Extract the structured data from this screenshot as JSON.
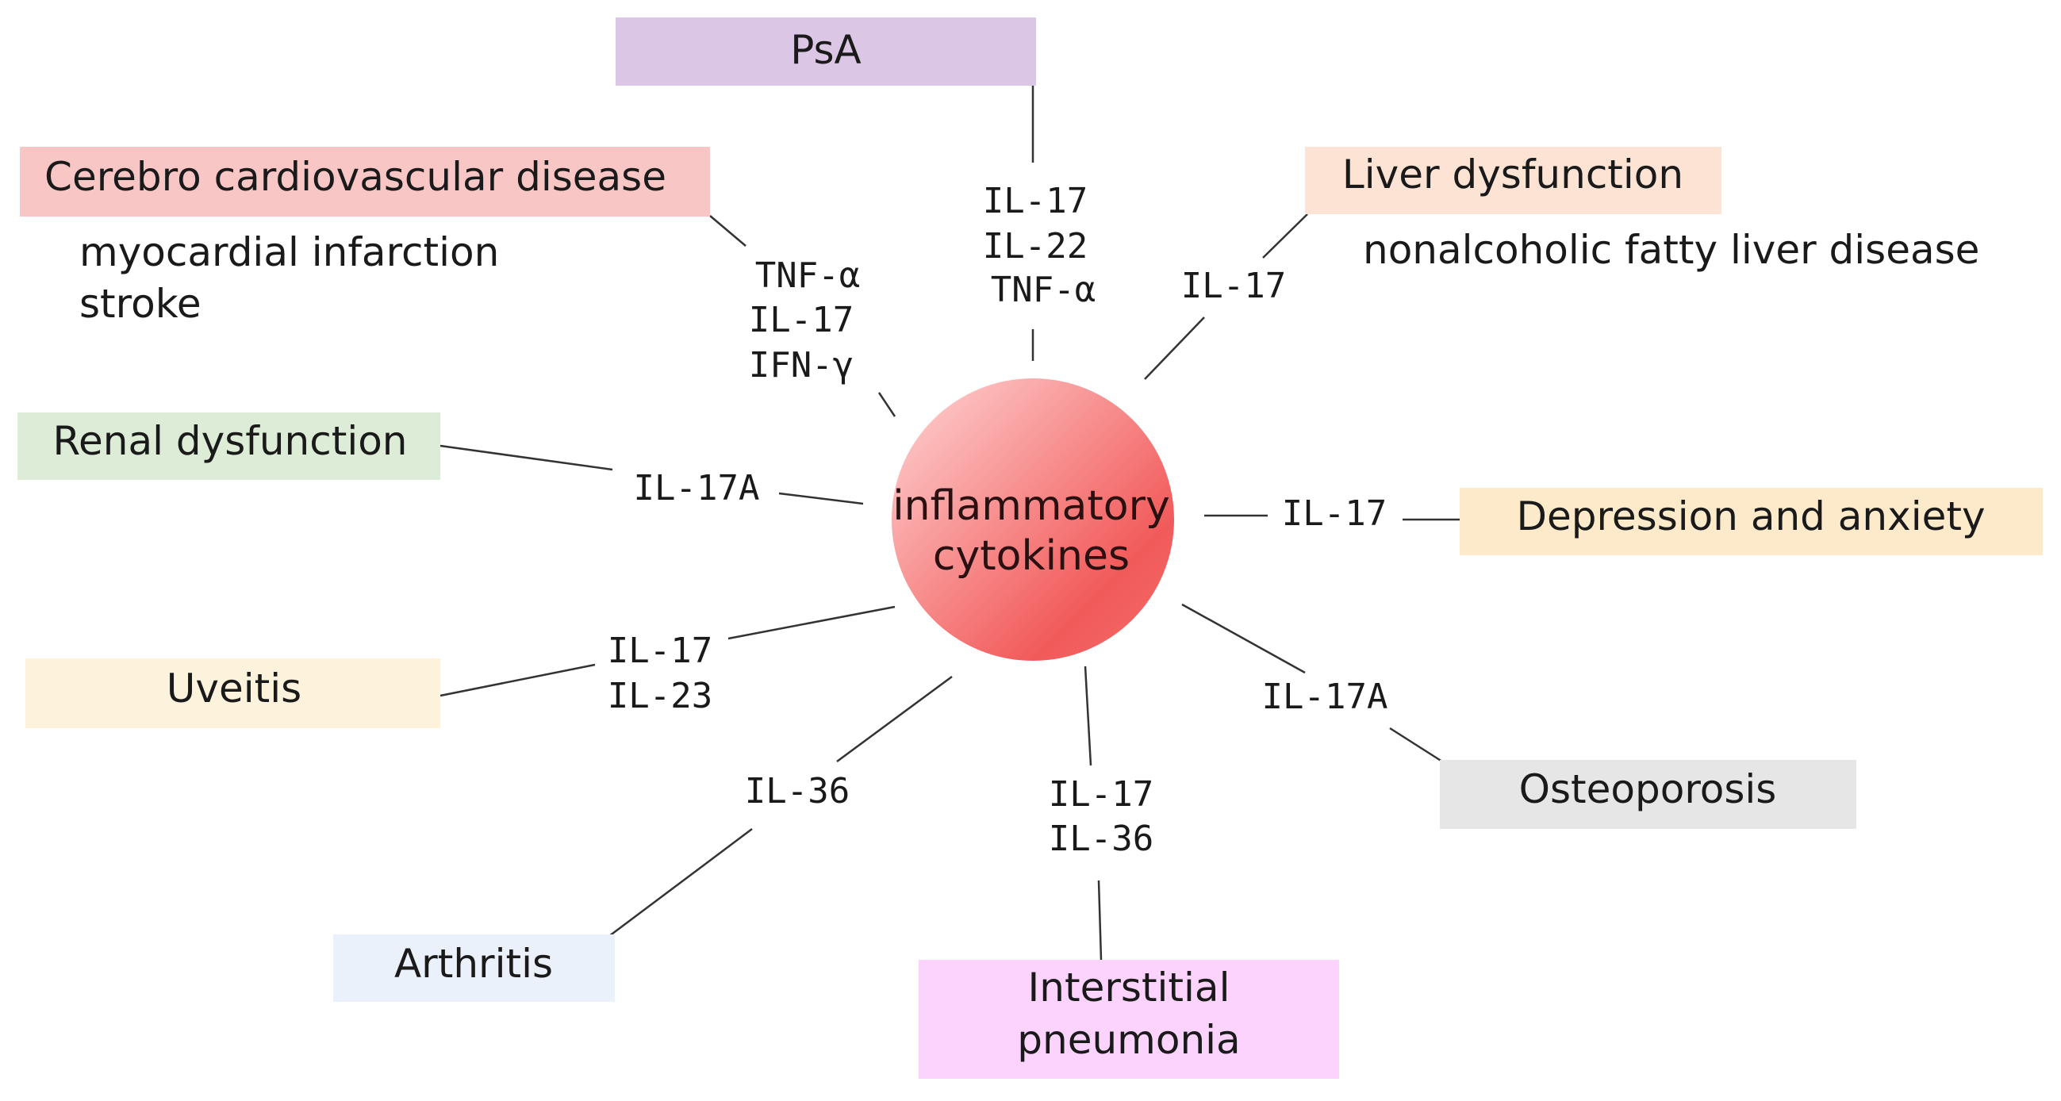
{
  "center": {
    "line1": "inflammatory",
    "line2": "cytokines",
    "color_light": "#ffd6d6",
    "color_dark": "#f25a5a"
  },
  "nodes": {
    "psa": {
      "label": "PsA",
      "color": "#dcc6e6",
      "cytokines": [
        "IL-17",
        "IL-22",
        "TNF-α"
      ]
    },
    "cerebro": {
      "label": "Cerebro cardiovascular disease",
      "color": "#f9c6c6",
      "details": [
        "myocardial infarction",
        "stroke"
      ],
      "cytokines": [
        "TNF-α",
        "IL-17",
        "IFN-γ"
      ]
    },
    "liver": {
      "label": "Liver dysfunction",
      "color": "#fde3d3",
      "details": [
        "nonalcoholic fatty liver disease"
      ],
      "cytokines": [
        "IL-17"
      ]
    },
    "renal": {
      "label": "Renal dysfunction",
      "color": "#dcecd6",
      "cytokines": [
        "IL-17A"
      ]
    },
    "depression": {
      "label": "Depression and anxiety",
      "color": "#fdeacb",
      "cytokines": [
        "IL-17"
      ]
    },
    "uveitis": {
      "label": "Uveitis",
      "color": "#fdf3dc",
      "cytokines": [
        "IL-17",
        "IL-23"
      ]
    },
    "osteoporosis": {
      "label": "Osteoporosis",
      "color": "#e6e6e6",
      "cytokines": [
        "IL-17A"
      ]
    },
    "arthritis": {
      "label": "Arthritis",
      "color": "#eaf1fa",
      "cytokines": [
        "IL-36"
      ]
    },
    "pneumonia": {
      "label_line1": "Interstitial",
      "label_line2": "pneumonia",
      "color": "#fcd3fc",
      "cytokines": [
        "IL-17",
        "IL-36"
      ]
    }
  }
}
